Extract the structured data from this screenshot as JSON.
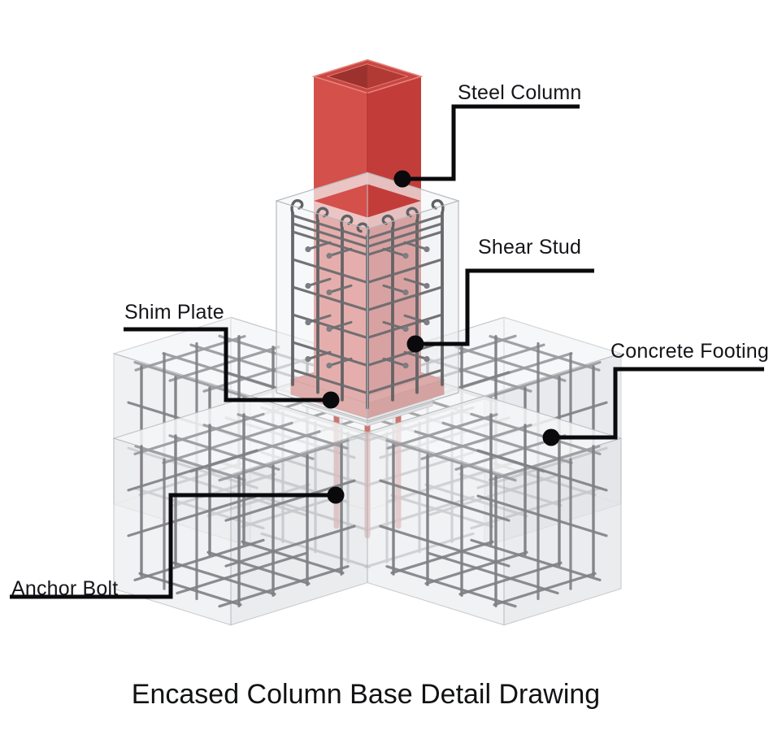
{
  "title": "Encased Column Base Detail Drawing",
  "labels": {
    "steel_column": "Steel Column",
    "shear_stud": "Shear Stud",
    "shim_plate": "Shim Plate",
    "concrete_footing": "Concrete Footing",
    "anchor_bolt": "Anchor Bolt"
  },
  "colors": {
    "background": "#ffffff",
    "column_red": "#d4504b",
    "column_red_dark": "#c23d39",
    "column_red_top": "#c94743",
    "column_red_inner_l": "#9c322e",
    "column_red_inner_r": "#b23a35",
    "column_rim": "#e8857d",
    "plate_red": "#c64f4a",
    "plate_red_dark": "#b33c38",
    "anchor_red": "#c4524d",
    "shim_white": "#eff1f3",
    "shim_side": "#e0e2e5",
    "concrete_top": "#f5f6f7",
    "concrete_light": "#eceef0",
    "concrete_dark": "#e3e5e8",
    "concrete_edge": "#b7b9bc",
    "concrete_far_edge": "#d7d9db",
    "rebar_dark": "#606164",
    "rebar_mid": "#7f8084",
    "rebar_light": "#9b9c9f",
    "leader_black": "#0a0a0c",
    "text": "#15151a"
  }
}
